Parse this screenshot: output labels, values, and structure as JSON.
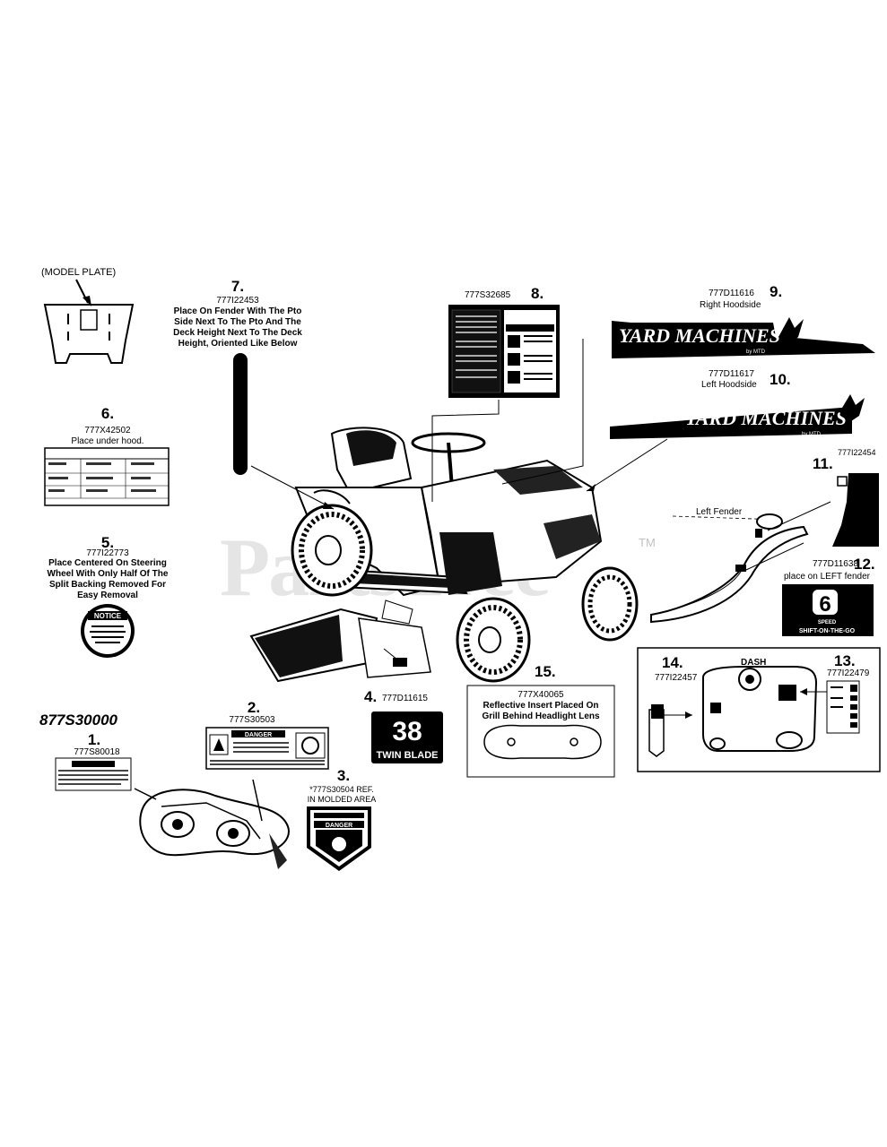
{
  "model_plate": {
    "label": "(MODEL PLATE)"
  },
  "kit": {
    "part_number": "877S30000"
  },
  "watermark": {
    "text": "PartsTree",
    "tm": "TM"
  },
  "items": {
    "i1": {
      "num": "1.",
      "part": "777S80018"
    },
    "i2": {
      "num": "2.",
      "part": "777S30503"
    },
    "i3": {
      "num": "3.",
      "part": "*777S30504 REF.",
      "note": "IN MOLDED AREA"
    },
    "i4": {
      "num": "4.",
      "part": "777D11615"
    },
    "i5": {
      "num": "5.",
      "part": "777I22773",
      "lines": [
        "Place Centered On Steering",
        "Wheel With Only Half Of The",
        "Split Backing Removed For",
        "Easy Removal"
      ]
    },
    "i6": {
      "num": "6.",
      "part": "777X42502",
      "note": "Place under hood."
    },
    "i7": {
      "num": "7.",
      "part": "777I22453",
      "lines": [
        "Place On Fender With The Pto",
        "Side Next To The Pto And The",
        "Deck Height Next To The Deck",
        "Height, Oriented Like Below"
      ]
    },
    "i8": {
      "num": "8.",
      "part": "777S32685"
    },
    "i9": {
      "num": "9.",
      "part": "777D11616",
      "note": "Right Hoodside"
    },
    "i10": {
      "num": "10.",
      "part": "777D11617",
      "note": "Left Hoodside"
    },
    "i11": {
      "num": "11.",
      "part": "777I22454"
    },
    "i12": {
      "num": "12.",
      "part": "777D11638",
      "note": "place on LEFT fender"
    },
    "i13": {
      "num": "13.",
      "part": "777I22479"
    },
    "i14": {
      "num": "14.",
      "part": "777I22457"
    },
    "i15": {
      "num": "15.",
      "part": "777X40065",
      "lines": [
        "Reflective Insert Placed On",
        "Grill Behind Headlight Lens"
      ]
    }
  },
  "decals": {
    "yard_machines": "YARD MACHINES",
    "by_mtd": "by MTD",
    "danger": "DANGER",
    "notice": "NOTICE",
    "twin_blade": "TWIN BLADE",
    "speed_shift": "SHIFT-ON-THE-GO",
    "speed": "SPEED",
    "left_fender": "Left Fender",
    "dash": "DASH"
  }
}
